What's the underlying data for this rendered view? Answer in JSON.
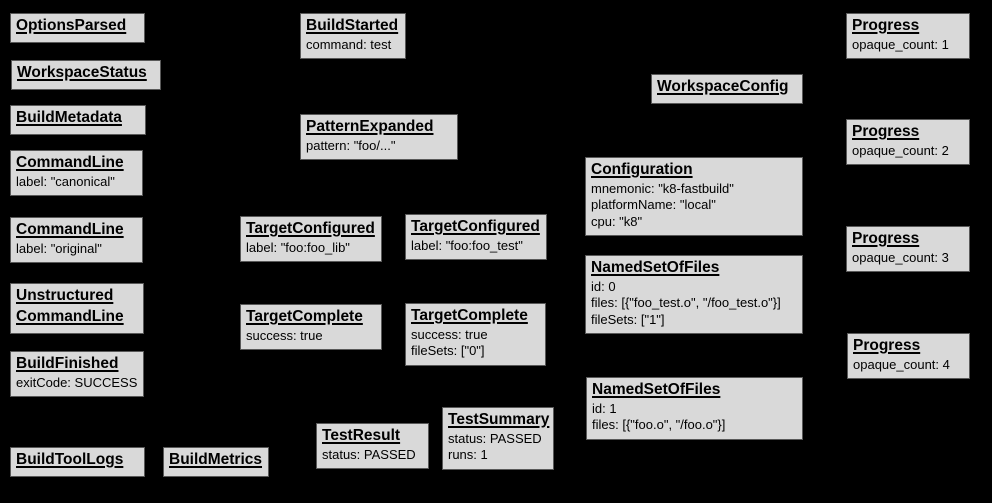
{
  "diagram": {
    "description": "Build Event Protocol event graph",
    "background_color": "#000000",
    "node_fill_color": "#d9d9d9",
    "node_border_color": "#595959",
    "node_text_color": "#000000",
    "nodes": [
      {
        "title": "OptionsParsed",
        "lines": []
      },
      {
        "title": "WorkspaceStatus",
        "lines": []
      },
      {
        "title": "BuildMetadata",
        "lines": []
      },
      {
        "title": "CommandLine",
        "lines": [
          "label: \"canonical\""
        ]
      },
      {
        "title": "CommandLine",
        "lines": [
          "label: \"original\""
        ]
      },
      {
        "title": "Unstructured\nCommandLine",
        "lines": []
      },
      {
        "title": "BuildFinished",
        "lines": [
          "exitCode: SUCCESS"
        ]
      },
      {
        "title": "BuildToolLogs",
        "lines": []
      },
      {
        "title": "BuildMetrics",
        "lines": []
      },
      {
        "title": "BuildStarted",
        "lines": [
          "command: test"
        ]
      },
      {
        "title": "PatternExpanded",
        "lines": [
          "pattern: \"foo/...\""
        ]
      },
      {
        "title": "TargetConfigured",
        "lines": [
          "label: \"foo:foo_lib\""
        ]
      },
      {
        "title": "TargetConfigured",
        "lines": [
          "label: \"foo:foo_test\""
        ]
      },
      {
        "title": "TargetComplete",
        "lines": [
          "success: true"
        ]
      },
      {
        "title": "TargetComplete",
        "lines": [
          "success: true",
          "fileSets: [\"0\"]"
        ]
      },
      {
        "title": "TestResult",
        "lines": [
          "status: PASSED"
        ]
      },
      {
        "title": "TestSummary",
        "lines": [
          "status: PASSED",
          "runs: 1"
        ]
      },
      {
        "title": "WorkspaceConfig",
        "lines": []
      },
      {
        "title": "Configuration",
        "lines": [
          "mnemonic: \"k8-fastbuild\"",
          "platformName: \"local\"",
          "cpu: \"k8\""
        ]
      },
      {
        "title": "NamedSetOfFiles",
        "lines": [
          "id: 0",
          "files: [{\"foo_test.o\", \"/foo_test.o\"}]",
          "fileSets: [\"1\"]"
        ]
      },
      {
        "title": "NamedSetOfFiles",
        "lines": [
          "id: 1",
          "files: [{\"foo.o\", \"/foo.o\"}]"
        ]
      },
      {
        "title": "Progress",
        "lines": [
          "opaque_count: 1"
        ]
      },
      {
        "title": "Progress",
        "lines": [
          "opaque_count: 2"
        ]
      },
      {
        "title": "Progress",
        "lines": [
          "opaque_count: 3"
        ]
      },
      {
        "title": "Progress",
        "lines": [
          "opaque_count: 4"
        ]
      }
    ]
  }
}
